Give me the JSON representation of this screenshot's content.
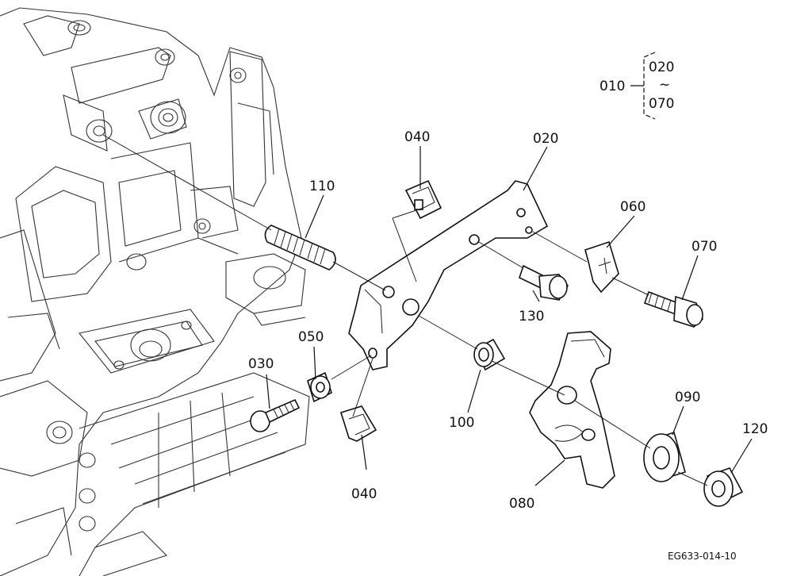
{
  "labels": {
    "p010": "010",
    "p020_top": "020",
    "p070_top": "070",
    "tilde": "~",
    "p020": "020",
    "p040_top": "040",
    "p040_bottom": "040",
    "p110": "110",
    "p060": "060",
    "p070": "070",
    "p130": "130",
    "p050": "050",
    "p030": "030",
    "p100": "100",
    "p090": "090",
    "p120": "120",
    "p080": "080"
  },
  "figure_ref": "EG633-014-10"
}
